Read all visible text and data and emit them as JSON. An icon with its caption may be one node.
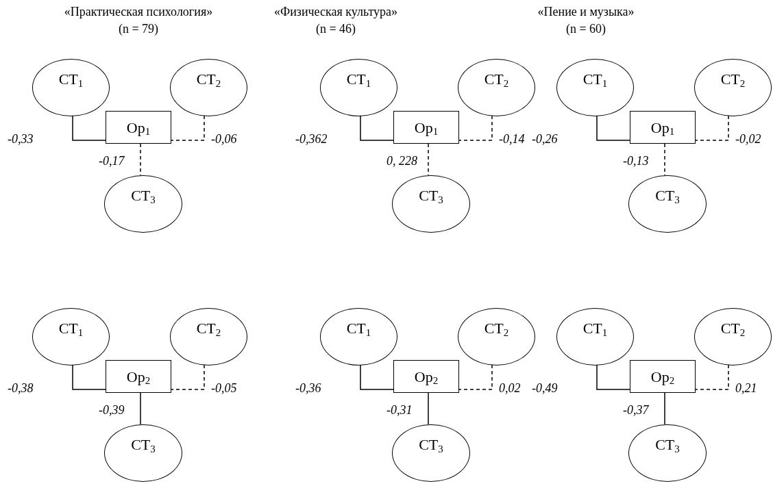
{
  "diagram": {
    "nodes": [
      {
        "text": [
          "CT$_{1}$"
        ]
      },
      {
        "text": [
          "CT$_{2}$"
        ]
      },
      {
        "text": [
          "Op$_{1}$"
        ]
      },
      {
        "text": [
          "CT$_{3}$"
        ]
      },
      {
        "text": [
          "CT$_{1}$"
        ]
      },
      {
        "text": [
          "CT$_{2}$"
        ]
      },
      {
        "text": [
          "Op$_{1}$"
        ]
      },
      {
        "text": [
          "CT$_{3}$"
        ]
      },
      {
        "text": [
          "CT$_{1}$"
        ]
      },
      {
        "text": [
          "CT$_{2}$"
        ]
      },
      {
        "text": [
          "Op$_{1}$"
        ]
      },
      {
        "text": [
          "CT$_{3}$"
        ]
      },
      {
        "text": [
          "CT$_{1}$"
        ]
      },
      {
        "text": [
          "CT$_{2}$"
        ]
      },
      {
        "text": [
          "Op$_{2}$"
        ]
      },
      {
        "text": [
          "CT$_{3}$"
        ]
      },
      {
        "text": [
          "CT$_{1}$"
        ]
      },
      {
        "text": [
          "CT$_{2}$"
        ]
      },
      {
        "text": [
          "Op$_{2}$"
        ]
      },
      {
        "text": [
          "CT$_{3}$"
        ]
      },
      {
        "text": [
          "CT$_{1}$"
        ]
      },
      {
        "text": [
          "CT$_{2}$"
        ]
      },
      {
        "text": [
          "Op$_{2}$"
        ]
      },
      {
        "text": [
          "CT$_{3}$"
        ]
      }
    ],
    "edges": [
      {
        "from": 0,
        "to": 2,
        "arrow": "none",
        "label": "-0,33"
      },
      {
        "from": 1,
        "to": 2,
        "arrow": "none",
        "label": "-0,06",
        "style": "dashed"
      },
      {
        "from": 2,
        "to": 3,
        "arrow": "none",
        "label": "-0,17",
        "style": "dashed"
      },
      {
        "from": 4,
        "to": 6,
        "arrow": "none",
        "label": "-0,362"
      },
      {
        "from": 5,
        "to": 6,
        "arrow": "none",
        "label": "-0,14",
        "style": "dashed"
      },
      {
        "from": 6,
        "to": 7,
        "arrow": "none",
        "label": "0, 228",
        "style": "dashed"
      },
      {
        "from": 8,
        "to": 10,
        "arrow": "none",
        "label": "-0,26"
      },
      {
        "from": 9,
        "to": 10,
        "arrow": "none",
        "label": "-0,02",
        "style": "dashed"
      },
      {
        "from": 10,
        "to": 11,
        "arrow": "none",
        "label": "-0,13",
        "style": "dashed"
      },
      {
        "from": 12,
        "to": 14,
        "arrow": "none",
        "label": "-0,38"
      },
      {
        "from": 13,
        "to": 14,
        "arrow": "none",
        "label": "-0,05",
        "style": "dashed"
      },
      {
        "from": 14,
        "to": 15,
        "arrow": "none",
        "label": "-0,39"
      },
      {
        "from": 16,
        "to": 18,
        "arrow": "none",
        "label": "-0,36"
      },
      {
        "from": 17,
        "to": 18,
        "arrow": "none",
        "label": "0,02",
        "style": "dashed"
      },
      {
        "from": 18,
        "to": 19,
        "arrow": "none",
        "label": "-0,31"
      },
      {
        "from": 20,
        "to": 22,
        "arrow": "none",
        "label": "-0,49"
      },
      {
        "from": 21,
        "to": 22,
        "arrow": "none",
        "label": "0,21",
        "style": "dashed"
      },
      {
        "from": 22,
        "to": 23,
        "arrow": "none",
        "label": "-0,37"
      }
    ],
    "labels": [
      "«Практическая психология»",
      "«Физическая культура»",
      "«Пение и музыка»",
      "(n = 79)",
      "(n = 46)",
      "(n = 60)"
    ]
  }
}
